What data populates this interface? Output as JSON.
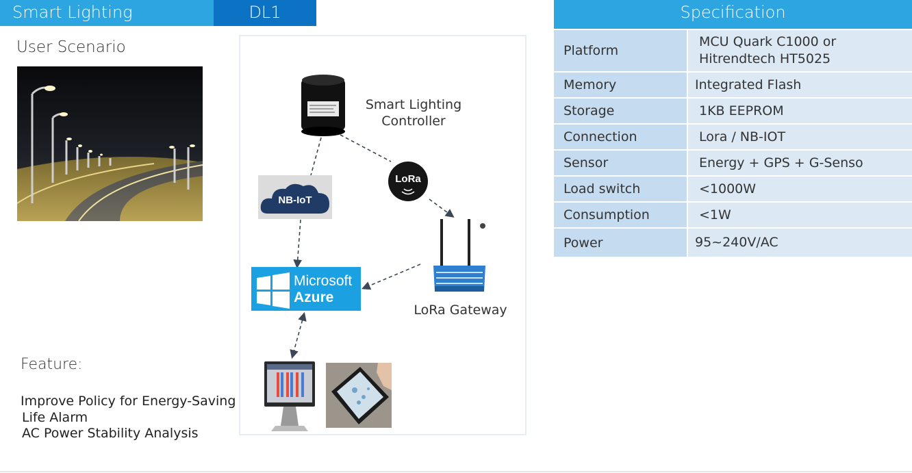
{
  "header": {
    "title": "Smart Lighting Controller",
    "code": "DL1"
  },
  "scenario": {
    "title": "User Scenario"
  },
  "diagram": {
    "controller_label_line1": "Smart Lighting",
    "controller_label_line2": "Controller",
    "nbiot_label": "NB-IoT",
    "lora_label": "LoRa",
    "azure_line1": "Microsoft",
    "azure_line2": "Azure",
    "gateway_label": "LoRa Gateway"
  },
  "feature": {
    "title": "Feature:",
    "items": [
      "Improve Policy for Energy-Saving",
      "Life Alarm",
      "AC Power Stability Analysis"
    ]
  },
  "spec": {
    "title": "Specification",
    "rows": [
      {
        "label": "Platform",
        "value_line1": "MCU Quark C1000 or",
        "value_line2": "Hitrendtech HT5025"
      },
      {
        "label": "Memory",
        "value": "Integrated Flash"
      },
      {
        "label": "Storage",
        "value": "1KB EEPROM"
      },
      {
        "label": "Connection",
        "value": "Lora / NB-IOT"
      },
      {
        "label": "Sensor",
        "value": "Energy + GPS + G-Senso"
      },
      {
        "label": "Load switch",
        "value": "<1000W"
      },
      {
        "label": "Consumption",
        "value": "<1W"
      },
      {
        "label": "Power",
        "value": "95~240V/AC"
      }
    ]
  },
  "colors": {
    "header_blue": "#2da5e0",
    "header_dark": "#0c72c4",
    "azure_blue": "#1ba1e2",
    "cloud_navy": "#1f3b66"
  }
}
